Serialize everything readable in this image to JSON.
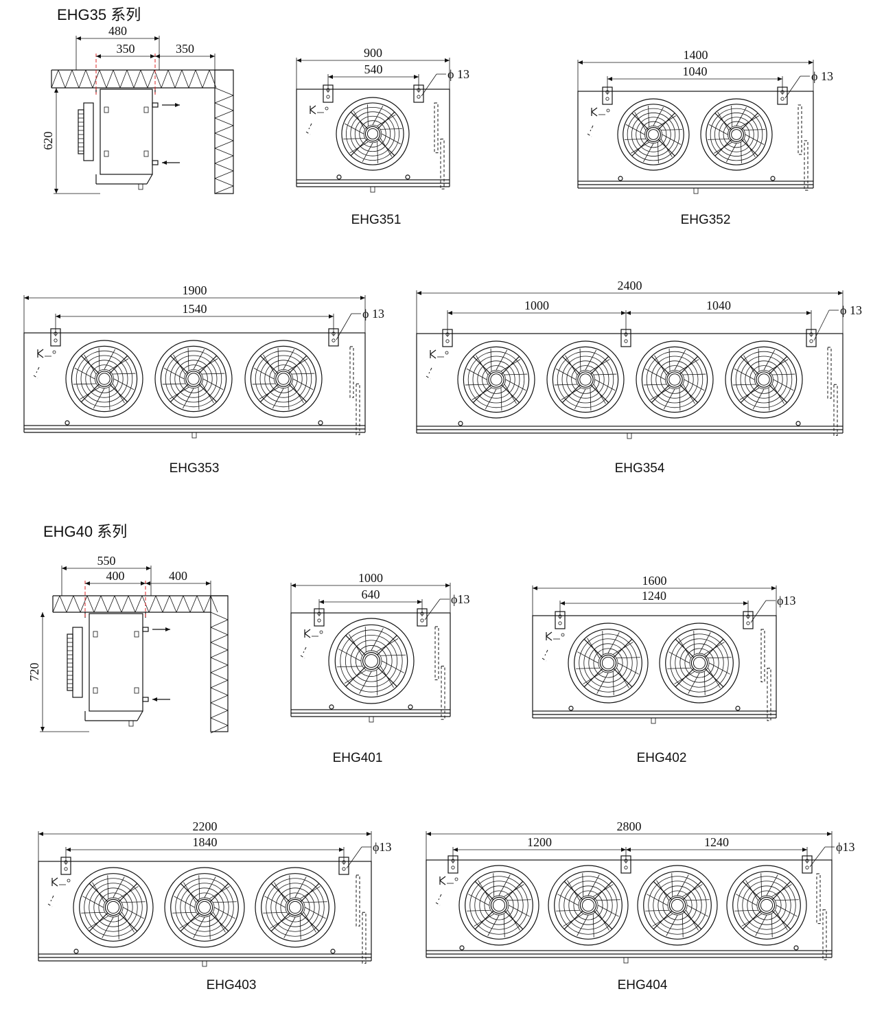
{
  "series": [
    {
      "title": "EHG35 系列",
      "side_view": {
        "width_total": "480",
        "width_inner": "350",
        "clearance": "350",
        "height": "620"
      },
      "models": [
        {
          "name": "EHG351",
          "overall": "900",
          "mount": [
            "540"
          ],
          "hole": "ϕ 13",
          "fans": 1
        },
        {
          "name": "EHG352",
          "overall": "1400",
          "mount": [
            "1040"
          ],
          "hole": "ϕ 13",
          "fans": 2
        },
        {
          "name": "EHG353",
          "overall": "1900",
          "mount": [
            "1540"
          ],
          "hole": "ϕ 13",
          "fans": 3
        },
        {
          "name": "EHG354",
          "overall": "2400",
          "mount": [
            "1000",
            "1040"
          ],
          "hole": "ϕ 13",
          "fans": 4
        }
      ]
    },
    {
      "title": "EHG40 系列",
      "side_view": {
        "width_total": "550",
        "width_inner": "400",
        "clearance": "400",
        "height": "720"
      },
      "models": [
        {
          "name": "EHG401",
          "overall": "1000",
          "mount": [
            "640"
          ],
          "hole": "ϕ13",
          "fans": 1
        },
        {
          "name": "EHG402",
          "overall": "1600",
          "mount": [
            "1240"
          ],
          "hole": "ϕ13",
          "fans": 2
        },
        {
          "name": "EHG403",
          "overall": "2200",
          "mount": [
            "1840"
          ],
          "hole": "ϕ13",
          "fans": 3
        },
        {
          "name": "EHG404",
          "overall": "2800",
          "mount": [
            "1200",
            "1240"
          ],
          "hole": "ϕ13",
          "fans": 4
        }
      ]
    }
  ]
}
